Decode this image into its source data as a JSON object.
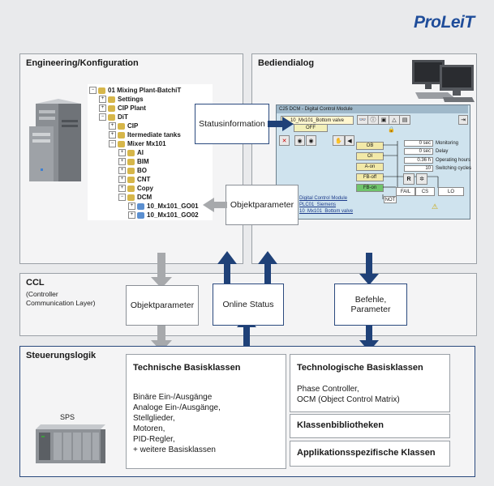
{
  "logo": "ProLeiT",
  "panels": {
    "engineering": "Engineering/Konfiguration",
    "bediendialog": "Bediendialog",
    "ccl_title": "CCL",
    "ccl_sub1": "(Controller",
    "ccl_sub2": "Communication Layer)",
    "steuerung": "Steuerungslogik"
  },
  "tree": [
    "01 Mixing Plant-BatchiT",
    "Settings",
    "CIP Plant",
    "DiT",
    "CIP",
    "Itermediate tanks",
    "Mixer Mx101",
    "AI",
    "BIM",
    "BO",
    "CNT",
    "Copy",
    "DCM",
    "10_Mx101_GO01",
    "10_Mx101_GO02"
  ],
  "callouts": {
    "statusinformation": "Statusinformation",
    "objektparameter_top": "Objektparameter"
  },
  "dcm": {
    "title": "C25 DCM - Digital Control Module",
    "valve": "10_Mx101_Bottom valve",
    "off": "OFF",
    "ob": "OB",
    "oi": "OI",
    "aon": "A-on",
    "fboff": "FB-off",
    "fbon": "FB-on",
    "not": "NOT",
    "r": "R",
    "fail": "FAIL",
    "cs": "CS",
    "lo": "LO",
    "v1": "0 sec",
    "v2": "0 sec",
    "v3": "0.36 h",
    "v4": "10",
    "l1": "Monitoring",
    "l2": "Delay",
    "l3": "Operating hours",
    "l4": "Switching cycles",
    "link1": "Digital Control Module",
    "link2": "PLC01_Siemens",
    "link3": "10_Mx101_Bottom valve"
  },
  "ccl_boxes": {
    "objektparameter": "Objektparameter",
    "online_status": "Online Status",
    "befehle1": "Befehle,",
    "befehle2": "Parameter"
  },
  "technische": {
    "title": "Technische Basisklassen",
    "lines": [
      "Binäre Ein-/Ausgänge",
      "Analoge Ein-/Ausgänge,",
      "Stellglieder,",
      "Motoren,",
      "PID-Regler,",
      "+ weitere Basisklassen"
    ]
  },
  "technologische": {
    "title": "Technologische Basisklassen",
    "lines": [
      "Phase Controller,",
      "OCM (Object Control Matrix)"
    ]
  },
  "klassenbibliotheken": "Klassenbibliotheken",
  "applikation": "Applikationsspezifische Klassen",
  "sps": "SPS",
  "colors": {
    "navy": "#1f4178",
    "grey_arrow": "#a7a9ac",
    "logo": "#1f4d9a"
  }
}
